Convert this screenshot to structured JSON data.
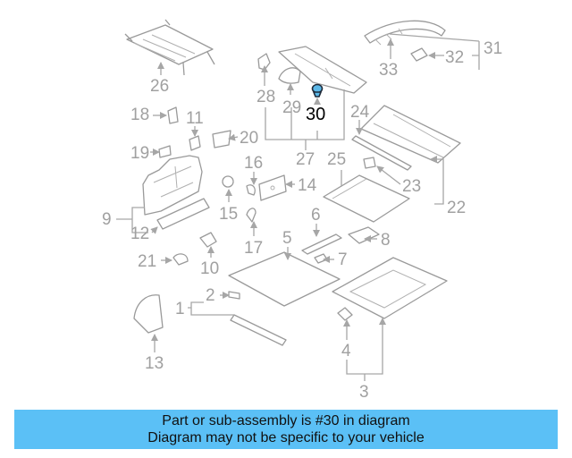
{
  "callouts": {
    "c1": "1",
    "c2": "2",
    "c3": "3",
    "c4": "4",
    "c5": "5",
    "c6": "6",
    "c7": "7",
    "c8": "8",
    "c9": "9",
    "c10": "10",
    "c11": "11",
    "c12": "12",
    "c13": "13",
    "c14": "14",
    "c15": "15",
    "c16": "16",
    "c17": "17",
    "c18": "18",
    "c19": "19",
    "c20": "20",
    "c21": "21",
    "c22": "22",
    "c23": "23",
    "c24": "24",
    "c25": "25",
    "c26": "26",
    "c27": "27",
    "c28": "28",
    "c29": "29",
    "c30": "30",
    "c31": "31",
    "c32": "32",
    "c33": "33"
  },
  "highlighted_part": "30",
  "highlight_color": "#5bb8e8",
  "banner": {
    "line1": "Part or sub-assembly is #30 in diagram",
    "line2": "Diagram may not be specific to your vehicle",
    "background": "#5bc0f6"
  }
}
